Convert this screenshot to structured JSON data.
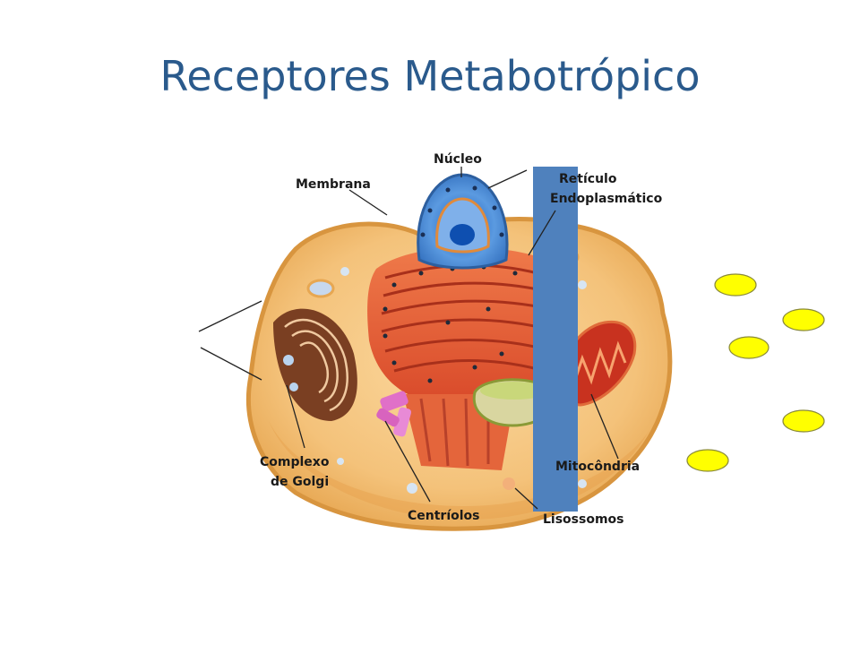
{
  "slide": {
    "title": "Receptores Metabotrópico",
    "colors": {
      "title": "#2a5a8c",
      "receptor_bar": "#4f81bd",
      "ligand": "#ffff00",
      "cytoplasm": "#f4c27a",
      "membrane": "#e4a24e",
      "nucleus": "#3b78c4",
      "reticulum": "#e35a35",
      "mitochondria": "#c8321f",
      "golgi": "#6a3520"
    }
  },
  "cell_labels": {
    "nucleo": "Núcleo",
    "membrana": "Membrana",
    "reticulo_line1": "Retículo",
    "reticulo_line2": "Endoplasmático",
    "complexo_line1": "Complexo",
    "complexo_line2": "de Golgi",
    "mitocondria": "Mitocôndria",
    "centriolos": "Centríolos",
    "lisossomos": "Lisossomos"
  },
  "ligands": {
    "count": 5
  }
}
